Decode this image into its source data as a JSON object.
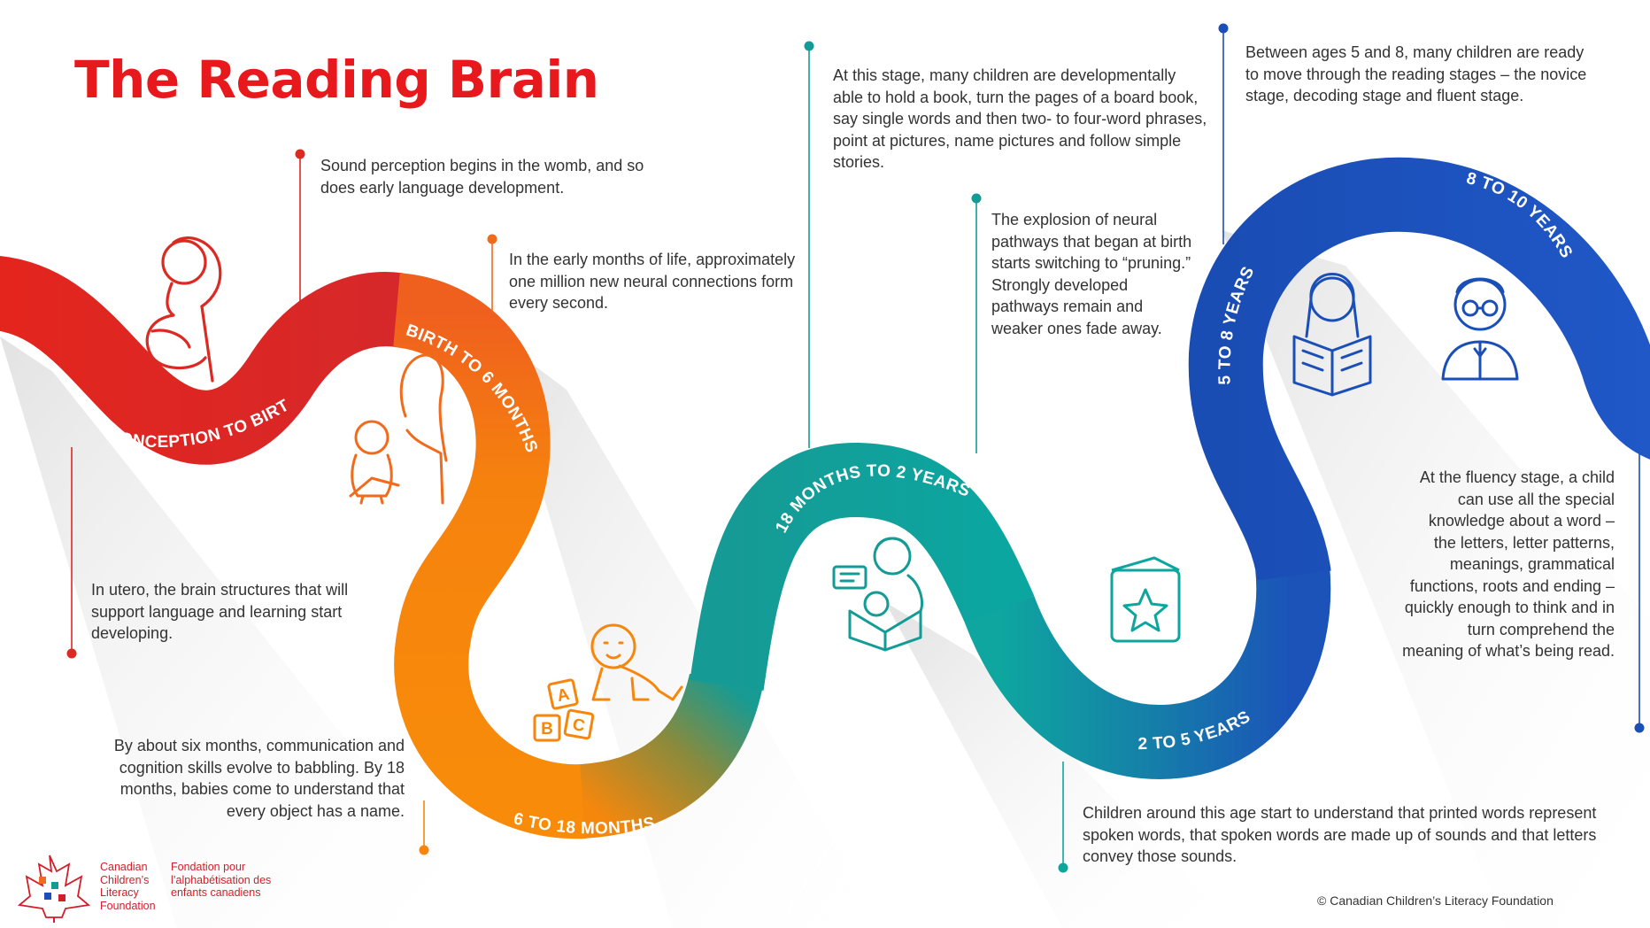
{
  "title": "The Reading Brain",
  "stages": [
    {
      "label": "CONCEPTION TO BIRTH",
      "color": "#dc2a22"
    },
    {
      "label": "BIRTH TO 6 MONTHS",
      "color": "#f26a1b"
    },
    {
      "label": "6 TO 18 MONTHS",
      "color": "#f7860c"
    },
    {
      "label": "18 MONTHS TO 2 YEARS",
      "color": "#139b96"
    },
    {
      "label": "2 TO 5 YEARS",
      "color": "#0ea59f"
    },
    {
      "label": "5 TO 8 YEARS",
      "color": "#1b4fb8"
    },
    {
      "label": "8 TO 10 YEARS",
      "color": "#1e56c4"
    }
  ],
  "descriptions": {
    "womb": "Sound perception begins in the womb, and so does early language development.",
    "in_utero": "In utero, the brain structures that will support language and learning start developing.",
    "early_months": "In the early months of life, approximately one million new neural connections form every second.",
    "six_months": "By about six months, communication and cognition skills evolve to babbling. By 18 months, babies come to understand that every object has a name.",
    "book_stage": "At this stage, many children are developmentally able to hold a book, turn the pages of a board book, say single words and then two- to four-word phrases, point at pictures, name pictures and follow simple stories.",
    "pruning": "The explosion of neural pathways that began at birth starts switching to “pruning.” Strongly developed pathways remain and weaker ones fade away.",
    "printed_words": "Children around this age start to understand that printed words represent spoken words, that spoken words are made up of sounds and that letters convey those sounds.",
    "ages_5_8": "Between ages 5 and 8, many children are ready to move through the reading stages – the novice stage, decoding stage and fluent stage.",
    "fluency": "At the fluency stage, a child can use all the special knowledge about a word – the letters, letter patterns, meanings, grammatical functions, roots and ending – quickly enough to think and in turn comprehend the meaning of what’s being read."
  },
  "blocks": [
    "A",
    "B",
    "C"
  ],
  "logo": {
    "en": "Canadian Children’s Literacy Foundation",
    "fr": "Fondation pour l’alphabétisation des enfants canadiens",
    "color": "#d21e2b"
  },
  "copyright": "© Canadian Children’s Literacy Foundation",
  "colors": {
    "title": "#e8191c",
    "red": "#dc2a22",
    "orange": "#f26a1b",
    "teal": "#139b96",
    "blue": "#1b4fb8"
  }
}
